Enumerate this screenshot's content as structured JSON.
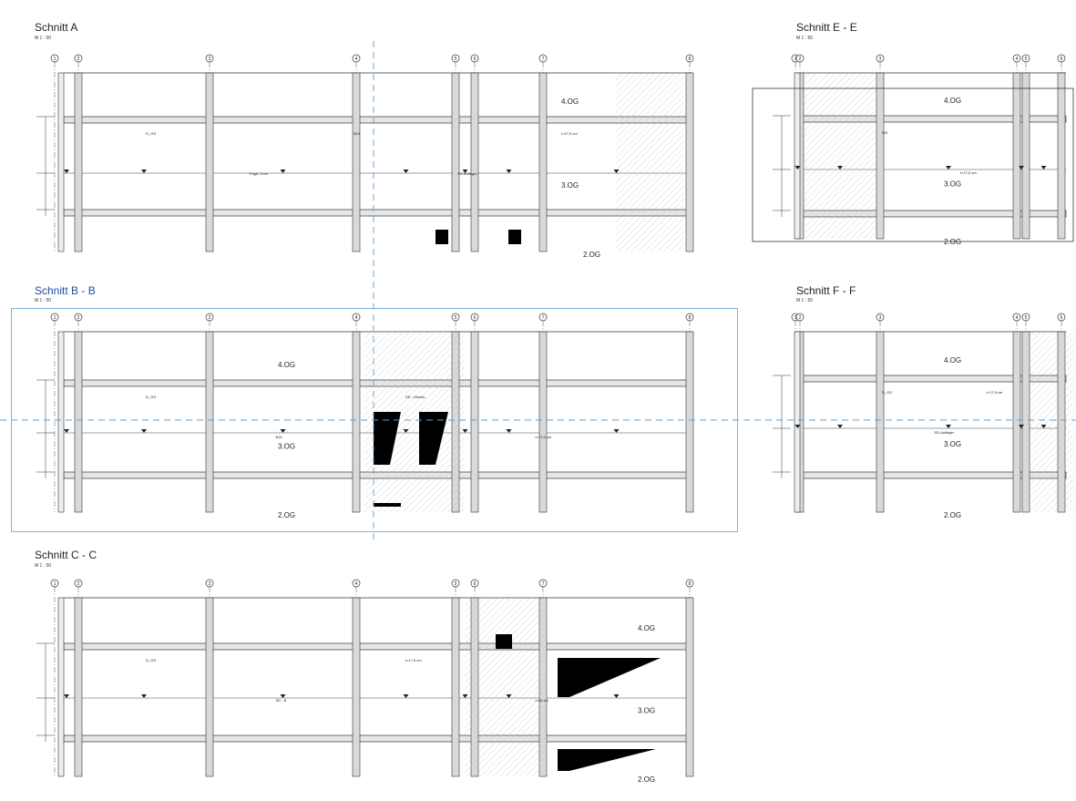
{
  "sheet": {
    "grid_labels": [
      "1",
      "2",
      "3",
      "4",
      "5",
      "6",
      "7",
      "8"
    ],
    "sections": [
      {
        "id": "a",
        "title": "Schnitt A",
        "scale": "M 1 : 50",
        "active": false,
        "levels": [
          "4.OG",
          "3.OG",
          "2.OG"
        ],
        "notes": [
          "D_OG",
          "Fuge, 3 cm",
          "B16",
          "SD-Auflager",
          "t=17,5 cm"
        ]
      },
      {
        "id": "b",
        "title": "Schnitt B - B",
        "scale": "M 1 : 50",
        "active": true,
        "levels": [
          "4.OG",
          "3.OG",
          "2.OG"
        ],
        "notes": [
          "D_OG",
          "B16",
          "SD - Elemts",
          "t=17,5 cm"
        ]
      },
      {
        "id": "c",
        "title": "Schnitt C - C",
        "scale": "M 1 : 50",
        "active": false,
        "levels": [
          "4.OG",
          "3.OG",
          "2.OG"
        ],
        "notes": [
          "D_OG",
          "SD - B",
          "t=17,5 cm",
          "t=30 cm"
        ]
      },
      {
        "id": "e",
        "title": "Schnitt E - E",
        "scale": "M 1 : 50",
        "active": false,
        "levels": [
          "4.OG",
          "3.OG",
          "2.OG"
        ],
        "notes": [
          "W5",
          "t=17,5 cm"
        ]
      },
      {
        "id": "f",
        "title": "Schnitt F - F",
        "scale": "M 1 : 50",
        "active": false,
        "levels": [
          "4.OG",
          "3.OG",
          "2.OG"
        ],
        "notes": [
          "D_OG",
          "SD-Auflager",
          "t=17,5 cm"
        ]
      }
    ]
  }
}
